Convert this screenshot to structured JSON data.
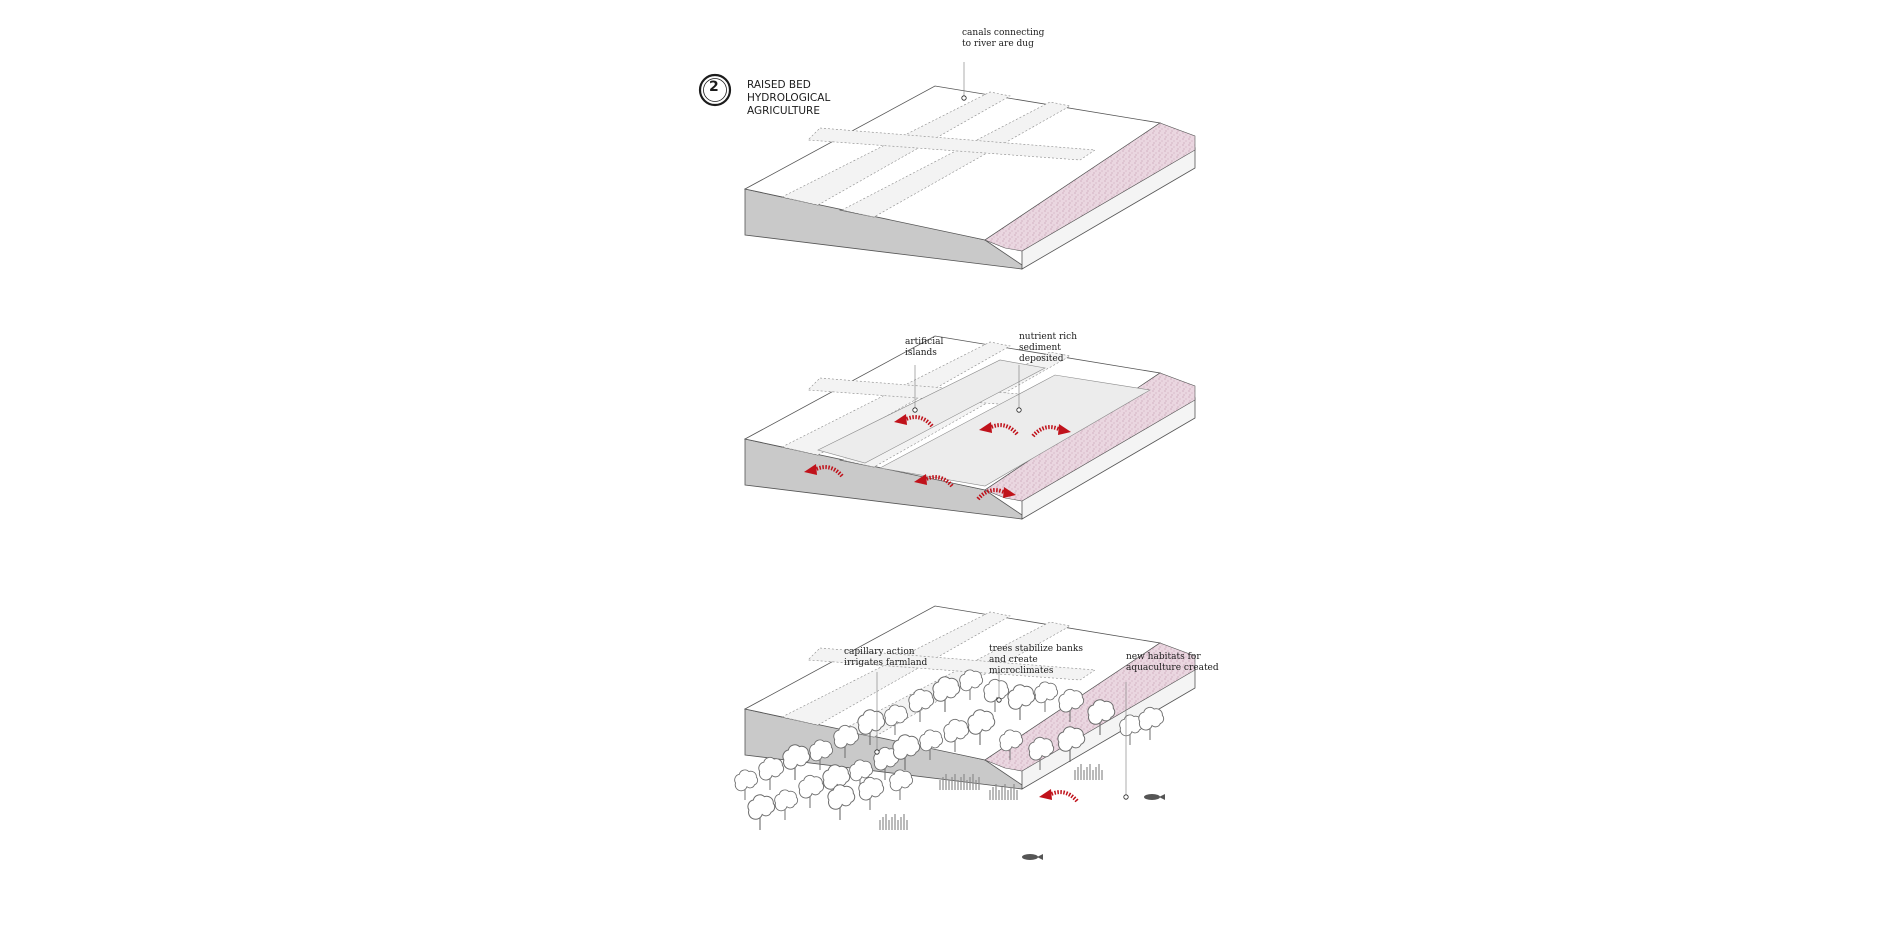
{
  "figure": {
    "step_number": "2",
    "step_title": "RAISED BED\nHYDROLOGICAL\nAGRICULTURE"
  },
  "stages": [
    {
      "annotations": [
        {
          "text": "canals connecting\nto river are dug"
        }
      ]
    },
    {
      "annotations": [
        {
          "text": "artificial\nislands"
        },
        {
          "text": "nutrient rich\nsediment\ndeposited"
        }
      ]
    },
    {
      "annotations": [
        {
          "text": "capillary action\nirrigates farmland"
        },
        {
          "text": "trees stabilize banks\nand create\nmicroclimates"
        },
        {
          "text": "new habitats for\naquaculture created"
        }
      ]
    }
  ],
  "colors": {
    "soil_section": "#c9c9c9",
    "soil_section_dark": "#a8a8a8",
    "surface": "#ffffff",
    "island_fill": "#ececec",
    "river_fill": "#e9d3de",
    "river_stipple": "#b8869f",
    "flow_arrow": "#c0121b",
    "line": "#555555",
    "tree_line": "#6d6d6d",
    "crop": "#8c8c8c"
  },
  "icons": {
    "badge": "numbered-circle-icon",
    "leader": "leader-dot-icon",
    "arrow": "flow-arrow-icon",
    "tree": "tree-icon",
    "fish": "fish-icon"
  }
}
